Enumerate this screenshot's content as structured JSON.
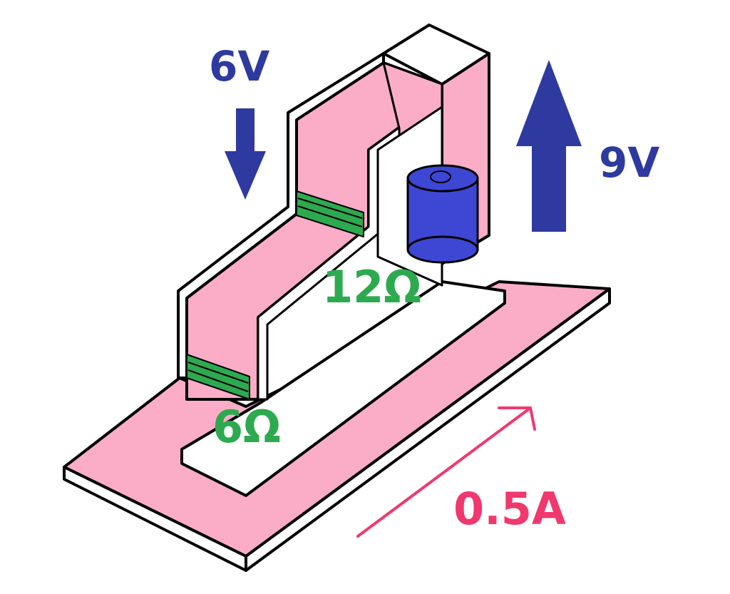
{
  "labels": {
    "voltage_drop": "6V",
    "voltage_rise": "9V",
    "resistor_upper": "12Ω",
    "resistor_lower": "6Ω",
    "current": "0.5A"
  },
  "colors": {
    "wire_pink": "#fbadc8",
    "resistor_green": "#2daa4f",
    "battery_blue": "#3e47d4",
    "voltage_arrow_blue": "#2e3aa0",
    "current_pink": "#f0386f",
    "outline": "#000000",
    "background": "#ffffff"
  },
  "icons": {
    "voltage_down_arrow": "arrow-down-icon",
    "voltage_up_arrow": "arrow-up-icon",
    "current_arrow": "arrow-up-right-icon",
    "battery": "battery-cylinder-icon"
  }
}
